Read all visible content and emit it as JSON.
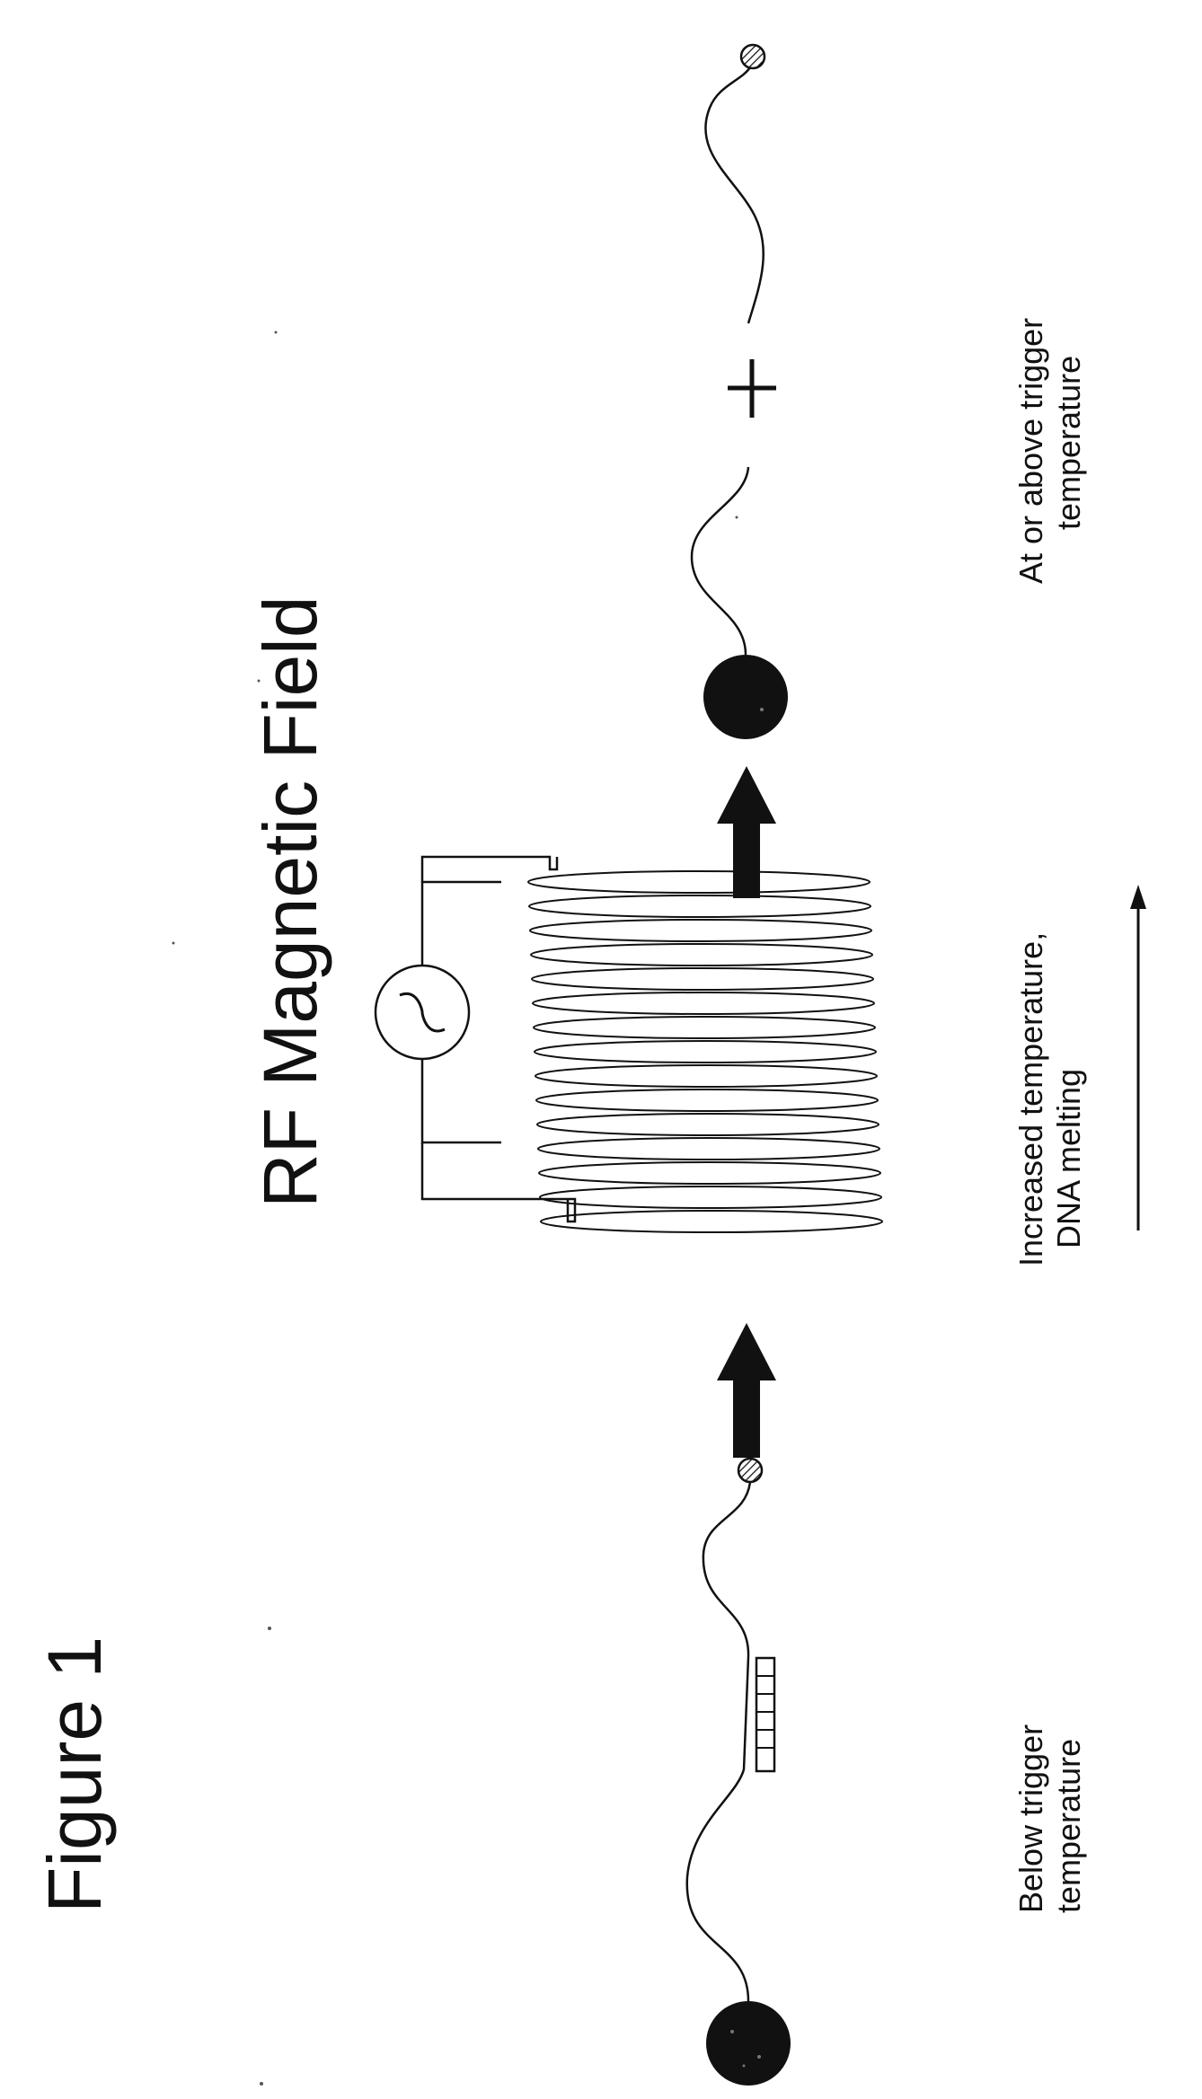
{
  "figure_title": "Figure 1",
  "field_title": "RF Magnetic Field",
  "states": {
    "below": [
      "Below trigger",
      "temperature"
    ],
    "above": [
      "At or above trigger",
      "temperature"
    ]
  },
  "process": [
    "Increased temperature,",
    "DNA melting"
  ],
  "colors": {
    "ink": "#111111",
    "background": "#ffffff"
  },
  "icons": [
    "nanoparticle",
    "fluorophore",
    "dna-duplex",
    "rf-source-symbol",
    "coil",
    "arrow"
  ]
}
